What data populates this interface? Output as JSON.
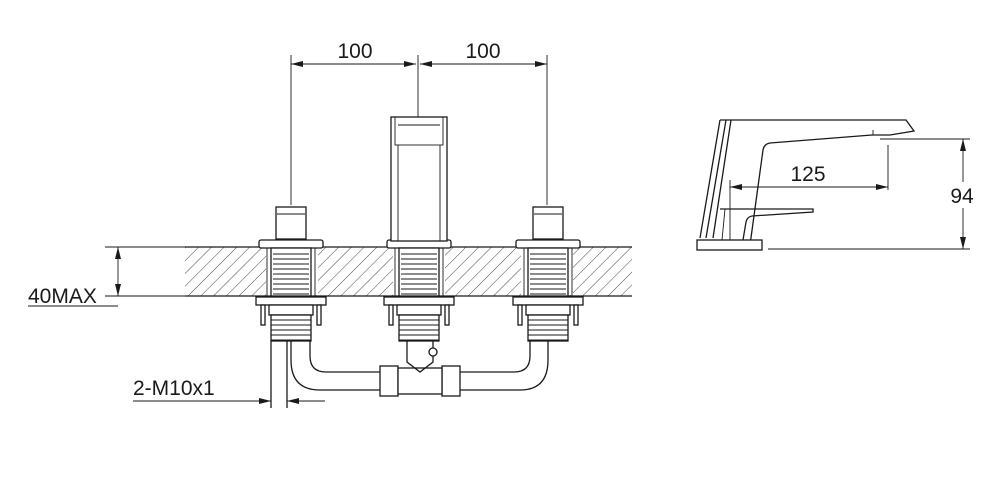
{
  "drawing": {
    "front_view": {
      "dim_left_spacing": "100",
      "dim_right_spacing": "100",
      "dim_deck_thickness": "40MAX",
      "dim_connection": "2-M10x1"
    },
    "side_view": {
      "dim_spout_reach": "125",
      "dim_spout_height": "94"
    }
  }
}
